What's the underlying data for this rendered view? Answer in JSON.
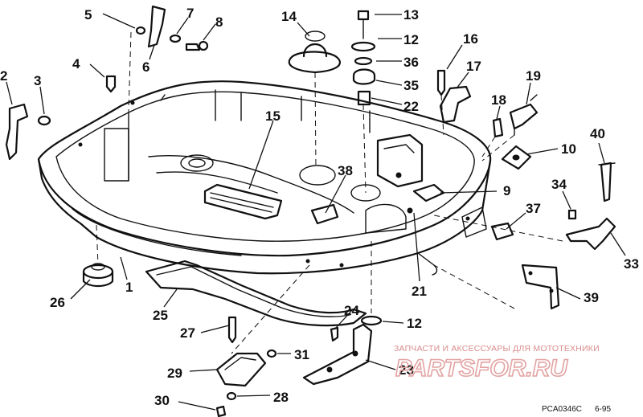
{
  "callouts": [
    {
      "id": "c1",
      "text": "1"
    },
    {
      "id": "c2",
      "text": "2"
    },
    {
      "id": "c3",
      "text": "3"
    },
    {
      "id": "c4",
      "text": "4"
    },
    {
      "id": "c5",
      "text": "5"
    },
    {
      "id": "c6",
      "text": "6"
    },
    {
      "id": "c7",
      "text": "7"
    },
    {
      "id": "c8",
      "text": "8"
    },
    {
      "id": "c9",
      "text": "9"
    },
    {
      "id": "c10",
      "text": "10"
    },
    {
      "id": "c12a",
      "text": "12"
    },
    {
      "id": "c12b",
      "text": "12"
    },
    {
      "id": "c13",
      "text": "13"
    },
    {
      "id": "c14",
      "text": "14"
    },
    {
      "id": "c15",
      "text": "15"
    },
    {
      "id": "c16",
      "text": "16"
    },
    {
      "id": "c17",
      "text": "17"
    },
    {
      "id": "c18",
      "text": "18"
    },
    {
      "id": "c19",
      "text": "19"
    },
    {
      "id": "c21",
      "text": "21"
    },
    {
      "id": "c22",
      "text": "22"
    },
    {
      "id": "c23",
      "text": "23"
    },
    {
      "id": "c24",
      "text": "24"
    },
    {
      "id": "c25",
      "text": "25"
    },
    {
      "id": "c26",
      "text": "26"
    },
    {
      "id": "c27",
      "text": "27"
    },
    {
      "id": "c28",
      "text": "28"
    },
    {
      "id": "c29",
      "text": "29"
    },
    {
      "id": "c30",
      "text": "30"
    },
    {
      "id": "c31",
      "text": "31"
    },
    {
      "id": "c33",
      "text": "33"
    },
    {
      "id": "c34",
      "text": "34"
    },
    {
      "id": "c35",
      "text": "35"
    },
    {
      "id": "c36",
      "text": "36"
    },
    {
      "id": "c37",
      "text": "37"
    },
    {
      "id": "c38",
      "text": "38"
    },
    {
      "id": "c39",
      "text": "39"
    },
    {
      "id": "c40",
      "text": "40"
    }
  ],
  "watermark": {
    "caption": "ЗАПЧАСТИ И АКСЕССУАРЫ ДЛЯ МОТОТЕХНИКИ",
    "logo_text": "PARTSFOR.RU"
  },
  "footer": {
    "code": "PCA0346C",
    "date": "6-95"
  },
  "colors": {
    "ink": "#111111",
    "watermark": "#e3a3a3"
  }
}
